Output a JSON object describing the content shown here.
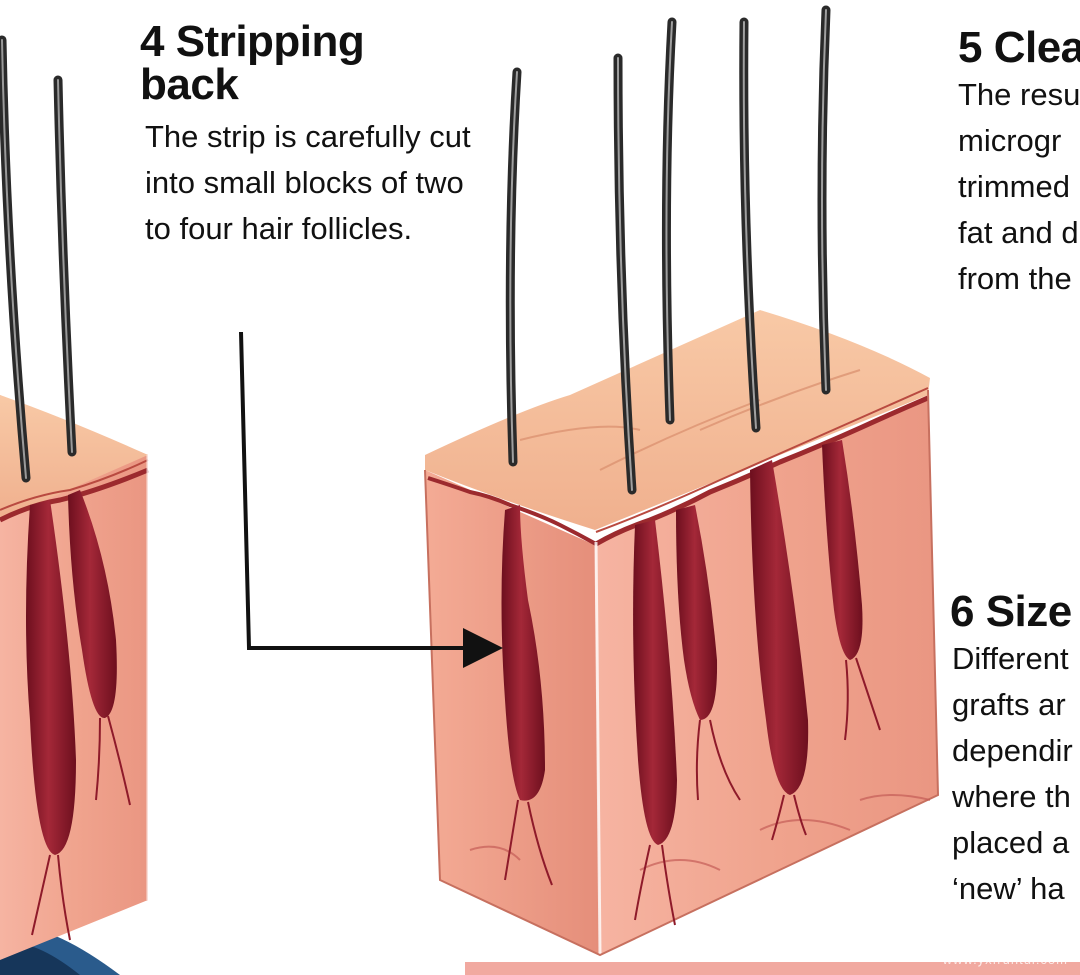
{
  "step4": {
    "title": "4 Stripping back",
    "body": "The strip is carefully cut into small blocks of two to four hair follicles."
  },
  "step5": {
    "title": "5 Clea",
    "lines": [
      "The resu",
      "microgr",
      "trimmed",
      "fat and d",
      "from the"
    ]
  },
  "step6": {
    "title": "6 Size",
    "lines": [
      "Different",
      "grafts ar",
      "dependir",
      "where th",
      "placed a",
      "‘new’ ha"
    ]
  },
  "watermark": "www.yxfruntui.com",
  "colors": {
    "skin_surface": "#f3b995",
    "dermis": "#f0a48c",
    "follicle": "#8e1a2a",
    "hair_shaft": "#3a3a3a",
    "arrow": "#111111",
    "backdrop_dark": "#2a5b8c"
  }
}
